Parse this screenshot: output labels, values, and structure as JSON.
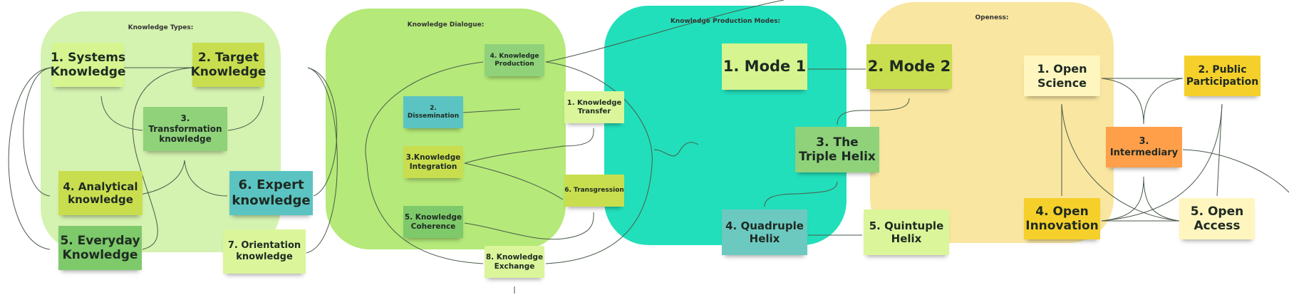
{
  "frames": [
    {
      "title": "Knowledge Types:",
      "color": "#d4f2b0",
      "notes": [
        {
          "label": "1. Systems Knowledge",
          "color": "#d6f590"
        },
        {
          "label": "2. Target Knowledge",
          "color": "#c9de4e"
        },
        {
          "label": "3. Transformation knowledge",
          "color": "#8fd27a"
        },
        {
          "label": "4. Analytical knowledge",
          "color": "#c9de4e"
        },
        {
          "label": "5. Everyday Knowledge",
          "color": "#7ec96a"
        },
        {
          "label": "6. Expert knowledge",
          "color": "#5bc4c2"
        },
        {
          "label": "7. Orientation knowledge",
          "color": "#dbf59a"
        }
      ]
    },
    {
      "title": "Knowledge Dialogue:",
      "color": "#b5e979",
      "notes": [
        {
          "label": "4. Knowledge Production",
          "color": "#8fd27a"
        },
        {
          "label": "2. Dissemination",
          "color": "#5bc4c2"
        },
        {
          "label": "1. Knowledge Transfer",
          "color": "#dbf59a"
        },
        {
          "label": "3.Knowledge Integration",
          "color": "#c9de4e"
        },
        {
          "label": "6. Transgression",
          "color": "#c9de4e"
        },
        {
          "label": "5. Knowledge Coherence",
          "color": "#7ec96a"
        },
        {
          "label": "8. Knowledge Exchange",
          "color": "#dbf59a"
        }
      ]
    },
    {
      "title": "Knowledge Production Modes:",
      "color": "#22dfbb",
      "notes": [
        {
          "label": "1. Mode 1",
          "color": "#d6f590"
        },
        {
          "label": "2. Mode 2",
          "color": "#c9de4e"
        },
        {
          "label": "3. The Triple Helix",
          "color": "#8fd27a"
        },
        {
          "label": "4. Quadruple Helix",
          "color": "#6cc9c0"
        },
        {
          "label": "5. Quintuple Helix",
          "color": "#dbf59a"
        }
      ]
    },
    {
      "title": "Openess:",
      "color": "#f9e6a0",
      "notes": [
        {
          "label": "1. Open Science",
          "color": "#fff6bf"
        },
        {
          "label": "2. Public Participation",
          "color": "#f5d02b"
        },
        {
          "label": "3. Intermediary",
          "color": "#ff9f4a"
        },
        {
          "label": "4. Open Innovation",
          "color": "#f5d02b"
        },
        {
          "label": "5. Open Access",
          "color": "#fff6bf"
        }
      ]
    }
  ]
}
